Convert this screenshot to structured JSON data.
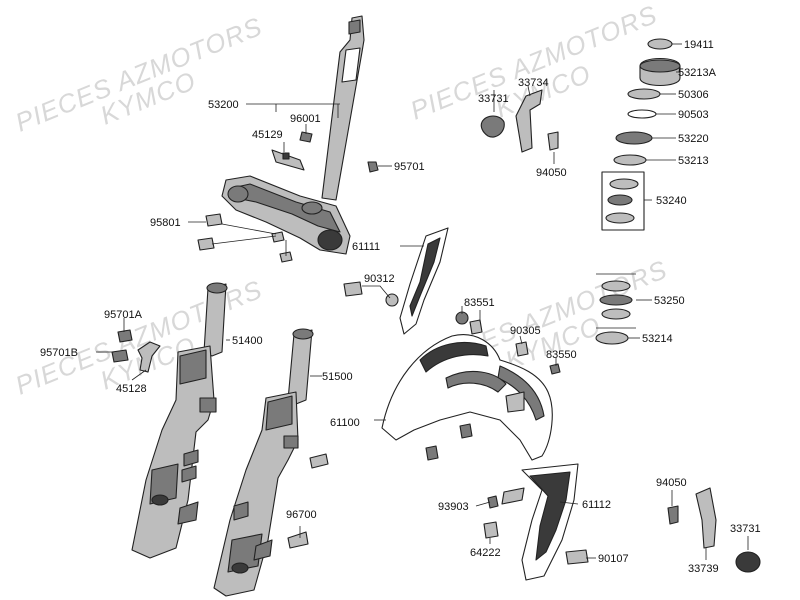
{
  "watermarks": [
    "PIECES AZMOTORS",
    "KYMCO",
    "PIECES AZMOTORS",
    "KYMCO",
    "PIECES AZMOTORS",
    "KYMCO",
    "PIECES AZMOTORS",
    "KYMCO"
  ],
  "parts": {
    "p53200": "53200",
    "p96001": "96001",
    "p45129": "45129",
    "p95701": "95701",
    "p95801": "95801",
    "p61111": "61111",
    "p90312": "90312",
    "p83551": "83551",
    "p90305": "90305",
    "p83550": "83550",
    "p95701A": "95701A",
    "p95701B": "95701B",
    "p45128": "45128",
    "p51400": "51400",
    "p51500": "51500",
    "p61100": "61100",
    "p96700": "96700",
    "p93903": "93903",
    "p61112": "61112",
    "p64222": "64222",
    "p90107": "90107",
    "p33731_top": "33731",
    "p33734": "33734",
    "p94050_top": "94050",
    "p19411": "19411",
    "p53213A": "53213A",
    "p50306": "50306",
    "p90503": "90503",
    "p53220": "53220",
    "p53213": "53213",
    "p53240": "53240",
    "p53250": "53250",
    "p53214": "53214",
    "p94050_bottom": "94050",
    "p33731_bottom": "33731",
    "p33739": "33739"
  }
}
